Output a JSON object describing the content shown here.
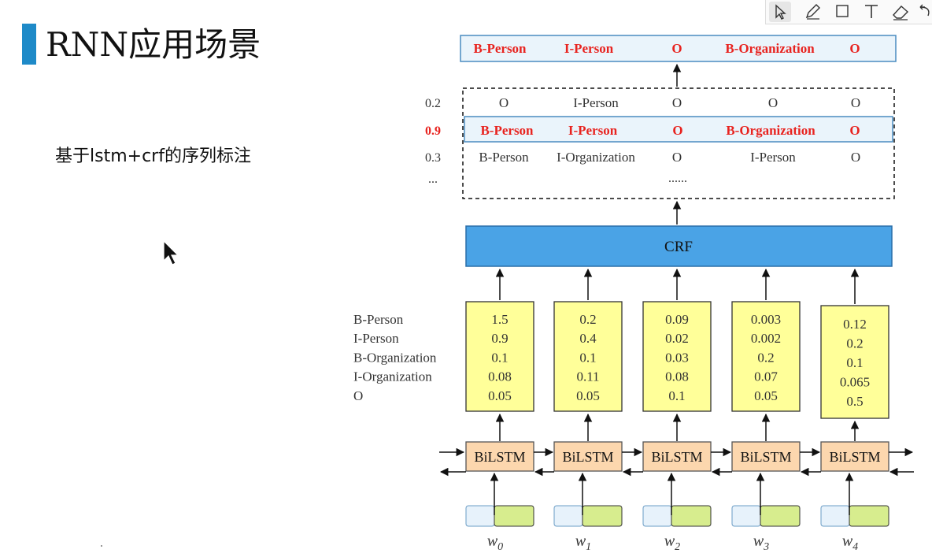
{
  "slide": {
    "title": "RNN应用场景",
    "subtitle": "基于lstm+crf的序列标注",
    "accent_color": "#1e8ac8"
  },
  "toolbar": {
    "tools": [
      "select-icon",
      "pen-icon",
      "rectangle-icon",
      "text-icon",
      "eraser-icon",
      "undo-icon"
    ]
  },
  "diagram": {
    "output_tags": [
      "B-Person",
      "I-Person",
      "O",
      "B-Organization",
      "O"
    ],
    "candidates": [
      {
        "score": "0.2",
        "tags": [
          "O",
          "I-Person",
          "O",
          "O",
          "O"
        ],
        "highlight": false
      },
      {
        "score": "0.9",
        "tags": [
          "B-Person",
          "I-Person",
          "O",
          "B-Organization",
          "O"
        ],
        "highlight": true
      },
      {
        "score": "0.3",
        "tags": [
          "B-Person",
          "I-Organization",
          "O",
          "I-Person",
          "O"
        ],
        "highlight": false
      }
    ],
    "ellipsis_left": "...",
    "ellipsis_mid": "......",
    "crf_label": "CRF",
    "label_names": [
      "B-Person",
      "I-Person",
      "B-Organization",
      "I-Organization",
      "O"
    ],
    "emission_scores": [
      [
        "1.5",
        "0.9",
        "0.1",
        "0.08",
        "0.05"
      ],
      [
        "0.2",
        "0.4",
        "0.1",
        "0.11",
        "0.05"
      ],
      [
        "0.09",
        "0.02",
        "0.03",
        "0.08",
        "0.1"
      ],
      [
        "0.003",
        "0.002",
        "0.2",
        "0.07",
        "0.05"
      ],
      [
        "0.12",
        "0.2",
        "0.1",
        "0.065",
        "0.5"
      ]
    ],
    "lstm_label": "BiLSTM",
    "words": [
      {
        "base": "w",
        "sub": "0"
      },
      {
        "base": "w",
        "sub": "1"
      },
      {
        "base": "w",
        "sub": "2"
      },
      {
        "base": "w",
        "sub": "3"
      },
      {
        "base": "w",
        "sub": "4"
      }
    ],
    "colors": {
      "highlight_text": "#e8231f",
      "box_fill": "#eaf4fb",
      "box_border": "#4a8cc0",
      "crf_fill": "#4aa3e6",
      "score_fill": "#ffff99",
      "lstm_fill": "#fcd7ae",
      "embed_left": "#e7f2fb",
      "embed_right": "#d7ed8e"
    }
  }
}
